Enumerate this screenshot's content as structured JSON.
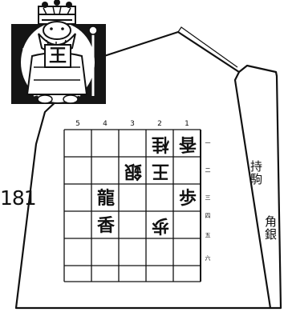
{
  "problem": {
    "number": "181"
  },
  "board": {
    "columns": [
      "5",
      "4",
      "3",
      "2",
      "1"
    ],
    "rows": [
      "一",
      "二",
      "三",
      "四",
      "五",
      "六"
    ],
    "pieces": [
      {
        "char": "香",
        "owner": "opponent",
        "file": 1,
        "rank": 1
      },
      {
        "char": "桂",
        "owner": "opponent",
        "file": 2,
        "rank": 1
      },
      {
        "char": "王",
        "owner": "opponent",
        "file": 2,
        "rank": 2
      },
      {
        "char": "銀",
        "owner": "opponent",
        "file": 3,
        "rank": 2
      },
      {
        "char": "龍",
        "owner": "self",
        "file": 4,
        "rank": 3
      },
      {
        "char": "歩",
        "owner": "self",
        "file": 1,
        "rank": 3
      },
      {
        "char": "香",
        "owner": "self",
        "file": 4,
        "rank": 4
      },
      {
        "char": "歩",
        "owner": "opponent",
        "file": 2,
        "rank": 4
      }
    ]
  },
  "hand": {
    "label": "持駒",
    "pieces": "角銀"
  },
  "illustration": {
    "king_char": "王"
  }
}
